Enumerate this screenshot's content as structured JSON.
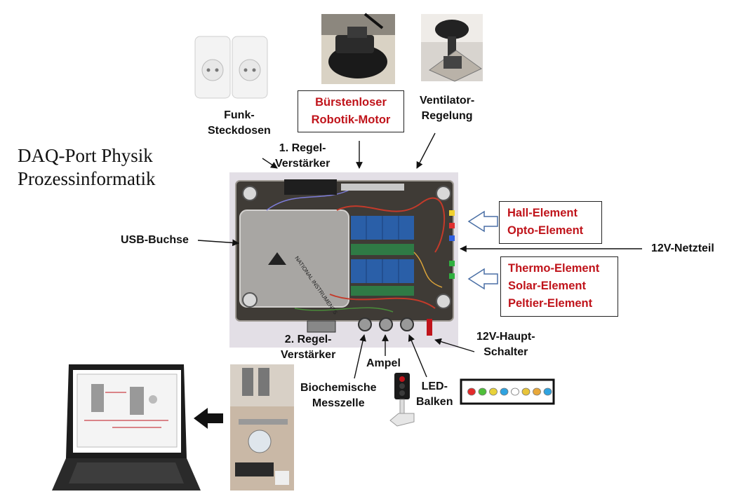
{
  "title": {
    "line1": "DAQ-Port Physik",
    "line2": "Prozessinformatik"
  },
  "labels": {
    "funk": {
      "line1": "Funk-",
      "line2": "Steckdosen"
    },
    "regel1": {
      "line1": "1. Regel-",
      "line2": "Verstärker"
    },
    "motor": {
      "line1": "Bürstenloser",
      "line2": "Robotik-Motor"
    },
    "ventilator": {
      "line1": "Ventilator-",
      "line2": "Regelung"
    },
    "usb": "USB-Buchse",
    "hall": {
      "line1": "Hall-Element",
      "line2": "Opto-Element"
    },
    "netzteil": "12V-Netzteil",
    "thermo": {
      "line1": "Thermo-Element",
      "line2": "Solar-Element",
      "line3": "Peltier-Element"
    },
    "regel2": {
      "line1": "2. Regel-",
      "line2": "Verstärker"
    },
    "ampel": "Ampel",
    "hauptschalter": {
      "line1": "12V-Haupt-",
      "line2": "Schalter"
    },
    "messzelle": {
      "line1": "Biochemische",
      "line2": "Messzelle"
    },
    "ledbalken": {
      "line1": "LED-",
      "line2": "Balken"
    }
  },
  "colors": {
    "accent_red": "#c0141b",
    "outline_arrow": "#4a6fa5"
  },
  "led_colors": [
    "#e32b2b",
    "#4fbf3a",
    "#e8d23a",
    "#2fa3e0",
    "#ffffff",
    "#e8c43a",
    "#e8a83a",
    "#2fa3e0"
  ]
}
